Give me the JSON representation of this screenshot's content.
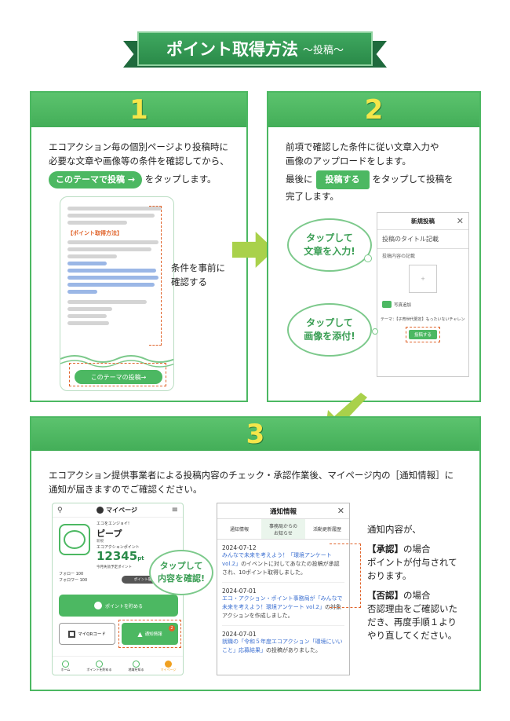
{
  "banner": {
    "title": "ポイント取得方法",
    "subtitle": "～投稿～"
  },
  "step1": {
    "number": "1",
    "line1": "エコアクション毎の個別ページより投稿時に",
    "line2": "必要な文章や画像等の条件を確認してから、",
    "pill": "このテーマで投稿 →",
    "after_pill": "をタップします。",
    "mock_heading": "【ポイント取得方法】",
    "mock_button": "このテーマの投稿→",
    "note_line1": "条件を事前に",
    "note_line2": "確認する"
  },
  "step2": {
    "number": "2",
    "line1": "前項で確認した条件に従い文章入力や",
    "line2": "画像のアップロードをします。",
    "line3_pre": "最後に",
    "pill": "投稿する",
    "line3_post": "をタップして投稿を",
    "line4": "完了します。",
    "cloud1_l1": "タップして",
    "cloud1_l2": "文章を入力!",
    "cloud2_l1": "タップして",
    "cloud2_l2": "画像を添付!",
    "modal_title": "新規投稿",
    "close": "✕",
    "title_placeholder": "投稿のタイトル記載",
    "body_placeholder": "投稿内容の記載",
    "photo_label": "写真追加",
    "theme_label": "テーマ：【子育世代限定】もったいないチャレン",
    "submit": "投稿する"
  },
  "step3": {
    "number": "3",
    "line1": "エコアクション提供事業者による投稿内容のチェック・承認作業後、マイページ内の［通知情報］に",
    "line2": "通知が届きますのでご確認ください。",
    "app": {
      "header": "マイページ",
      "greeting": "エコをエンジョイ!",
      "name": "ピープ",
      "rank": "新規",
      "points_label": "エコアクションポイント",
      "points": "12345",
      "points_unit": "pt",
      "expire_label": "今月失効予定ポイント",
      "follow": "フォロー",
      "follow_count": "100",
      "follower": "フォロワー",
      "follower_count": "100",
      "history_button": "ポイント履歴を見る",
      "use_points": "ポイントを貯める",
      "qr": "マイQRコード",
      "notification": "通知情報",
      "badge": "2",
      "nav": [
        "ホーム",
        "ポイントを貯める",
        "地域を知る",
        "マイページ"
      ]
    },
    "cloud_l1": "タップして",
    "cloud_l2": "内容を確認!",
    "notice": {
      "title": "通知情報",
      "close": "✕",
      "tabs": [
        "通知情報",
        "事務局からの\nお知らせ",
        "活動更新履歴"
      ],
      "items": [
        {
          "date": "2024-07-12",
          "text_link": "みんなで未来を考えよう！「環境アンケート vol.2」",
          "text": "のイベントに対してあなたの投稿が承認され、10ポイント取得しました。"
        },
        {
          "date": "2024-07-01",
          "text_link": "エコ・アクション・ポイント事務局が「みんなで未来を考えよう！環境アンケート vol.2」",
          "text": "の対象アクションを作成しました。"
        },
        {
          "date": "2024-07-01",
          "text_link": "就職の「令和５年度エコアクション「環境にいいこと」応募結果」",
          "text": "の投稿がありました。"
        }
      ]
    },
    "right": {
      "intro": "通知内容が、",
      "approved_head": "【承認】",
      "approved_tail": "の場合",
      "approved_l2": "ポイントが付与されて",
      "approved_l3": "おります。",
      "denied_head": "【否認】",
      "denied_tail": "の場合",
      "denied_l2": "否認理由をご確認いた",
      "denied_l3": "だき、再度手順１より",
      "denied_l4": "やり直してください。"
    }
  },
  "colors": {
    "green": "#4cb862",
    "dark_green": "#2a8a49",
    "yellow": "#f5e64a",
    "arrow": "#a9d14b",
    "orange_dash": "#e0632a"
  }
}
